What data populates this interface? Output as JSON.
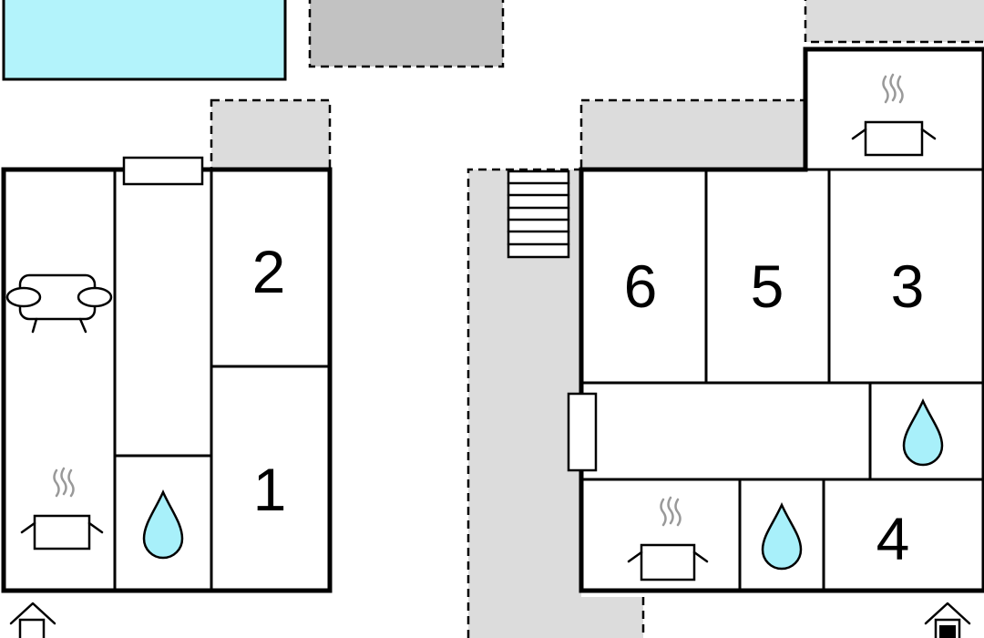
{
  "floorplan": {
    "colors": {
      "pool": "#b3f3fb",
      "terrace": "#dcdcdc",
      "dark_terrace": "#c2c2c2",
      "water_drop": "#a8f0fa",
      "steam": "#9a9a9a"
    },
    "rooms": {
      "room_1": "1",
      "room_2": "2",
      "room_3": "3",
      "room_4": "4",
      "room_5": "5",
      "room_6": "6"
    },
    "icons": [
      "sofa-icon",
      "kitchen-pot-icon",
      "water-drop-icon",
      "house-entrance-icon",
      "stairs-icon"
    ]
  }
}
